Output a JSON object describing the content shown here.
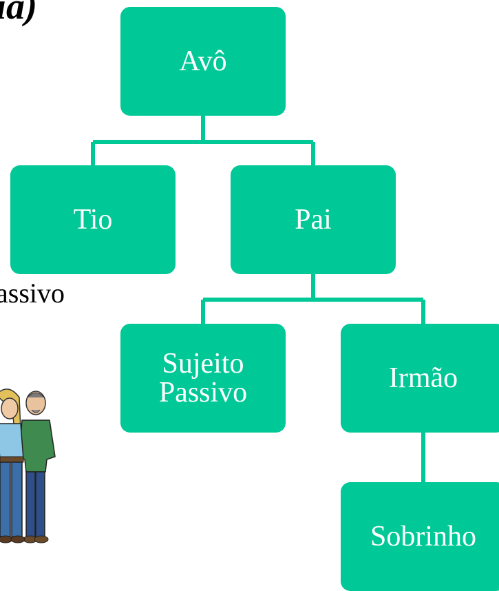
{
  "fragments": {
    "title": "ia)",
    "body": "assivo"
  },
  "tree": {
    "avo": "Avô",
    "tio": "Tio",
    "pai": "Pai",
    "sujeito": "Sujeito\nPassivo",
    "irmao": "Irmão",
    "sobrinho": "Sobrinho"
  },
  "colors": {
    "node_fill": "#00C896",
    "node_text": "#FFFFFF",
    "connector": "#00C896"
  },
  "clipart": "couple-cartoon"
}
